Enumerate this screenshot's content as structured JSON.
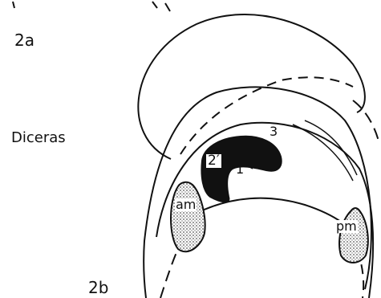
{
  "figure": {
    "label_top": "2a",
    "label_bottom": "2b",
    "genus": "Diceras"
  },
  "parts": {
    "tooth_3": "3",
    "tooth_2_prime": "2′",
    "tooth_1": "1",
    "anterior_muscle_scar": "am",
    "posterior_muscle_scar": "pm"
  },
  "colors": {
    "ink": "#111111",
    "paper": "#ffffff",
    "stipple": "#555555"
  }
}
